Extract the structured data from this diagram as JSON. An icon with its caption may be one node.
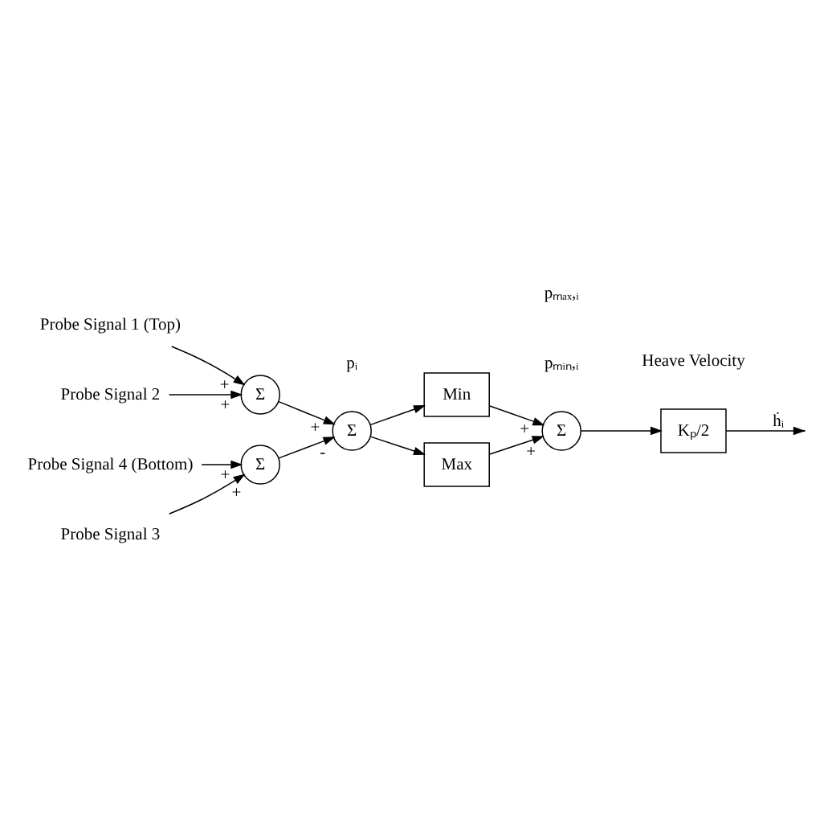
{
  "diagram": {
    "nodes": [
      {
        "text": [
          "Probe Signal 1 (Top)"
        ]
      },
      {
        "text": [
          "Probe Signal 2"
        ]
      },
      {
        "text": [
          "Probe Signal 3"
        ]
      },
      {
        "text": [
          "Probe Signal 4 (Bottom)"
        ]
      },
      {
        "text": [
          "Σ"
        ]
      },
      {
        "text": [
          "Σ"
        ]
      },
      {
        "text": [
          "Σ"
        ]
      },
      {
        "text": [
          "Min"
        ]
      },
      {
        "text": [
          "Max"
        ]
      },
      {
        "text": [
          "Σ"
        ]
      },
      {
        "text": [
          "Kₚ/2"
        ]
      }
    ],
    "edges": [
      {
        "from": 0,
        "to": 4,
        "arrow": "to",
        "label": "+"
      },
      {
        "from": 1,
        "to": 4,
        "arrow": "to",
        "label": "+"
      },
      {
        "from": 2,
        "to": 5,
        "arrow": "to",
        "label": "+"
      },
      {
        "from": 3,
        "to": 5,
        "arrow": "to",
        "label": "+"
      },
      {
        "from": 4,
        "to": 6,
        "arrow": "to",
        "label": "+"
      },
      {
        "from": 5,
        "to": 6,
        "arrow": "to",
        "label": "-"
      },
      {
        "from": 6,
        "to": 7,
        "arrow": "to"
      },
      {
        "from": 6,
        "to": 8,
        "arrow": "to"
      },
      {
        "from": 7,
        "to": 9,
        "arrow": "to",
        "label": "+"
      },
      {
        "from": 8,
        "to": 9,
        "arrow": "to",
        "label": "+"
      },
      {
        "from": 9,
        "to": 10,
        "arrow": "to"
      },
      {
        "from": 10,
        "to": null,
        "arrow": "to",
        "label": "ḣᵢ"
      }
    ],
    "labels": [
      "pᵢ",
      "pₘᵢₙ,ᵢ",
      "pₘₐₓ,ᵢ",
      "Heave Velocity"
    ]
  }
}
